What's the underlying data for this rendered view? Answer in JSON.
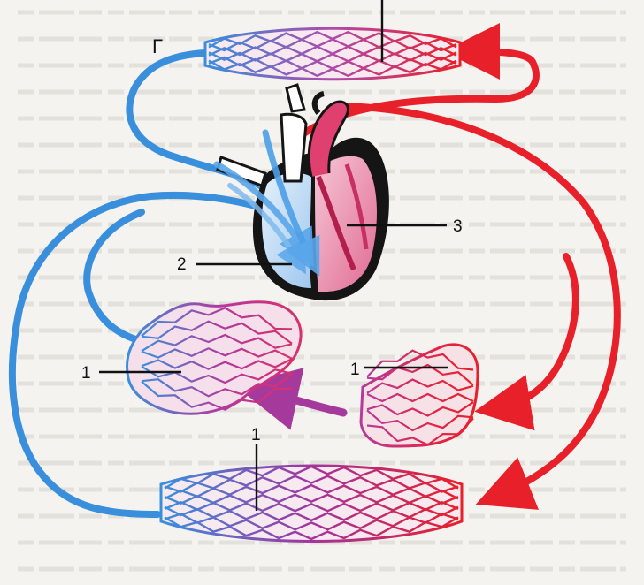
{
  "labels": {
    "top_corner": "Г",
    "num_2": "2",
    "num_3": "3",
    "num_1_left": "1",
    "num_1_mid": "1",
    "num_1_bottom": "1"
  },
  "colors": {
    "artery": "#e8202a",
    "vein": "#3a8fdc",
    "mixed": "#9a3c9e",
    "heart_outline": "#151515",
    "heart_left": "#e98aa6",
    "heart_right": "#bcd9f2",
    "background": "#f4f3ef"
  }
}
